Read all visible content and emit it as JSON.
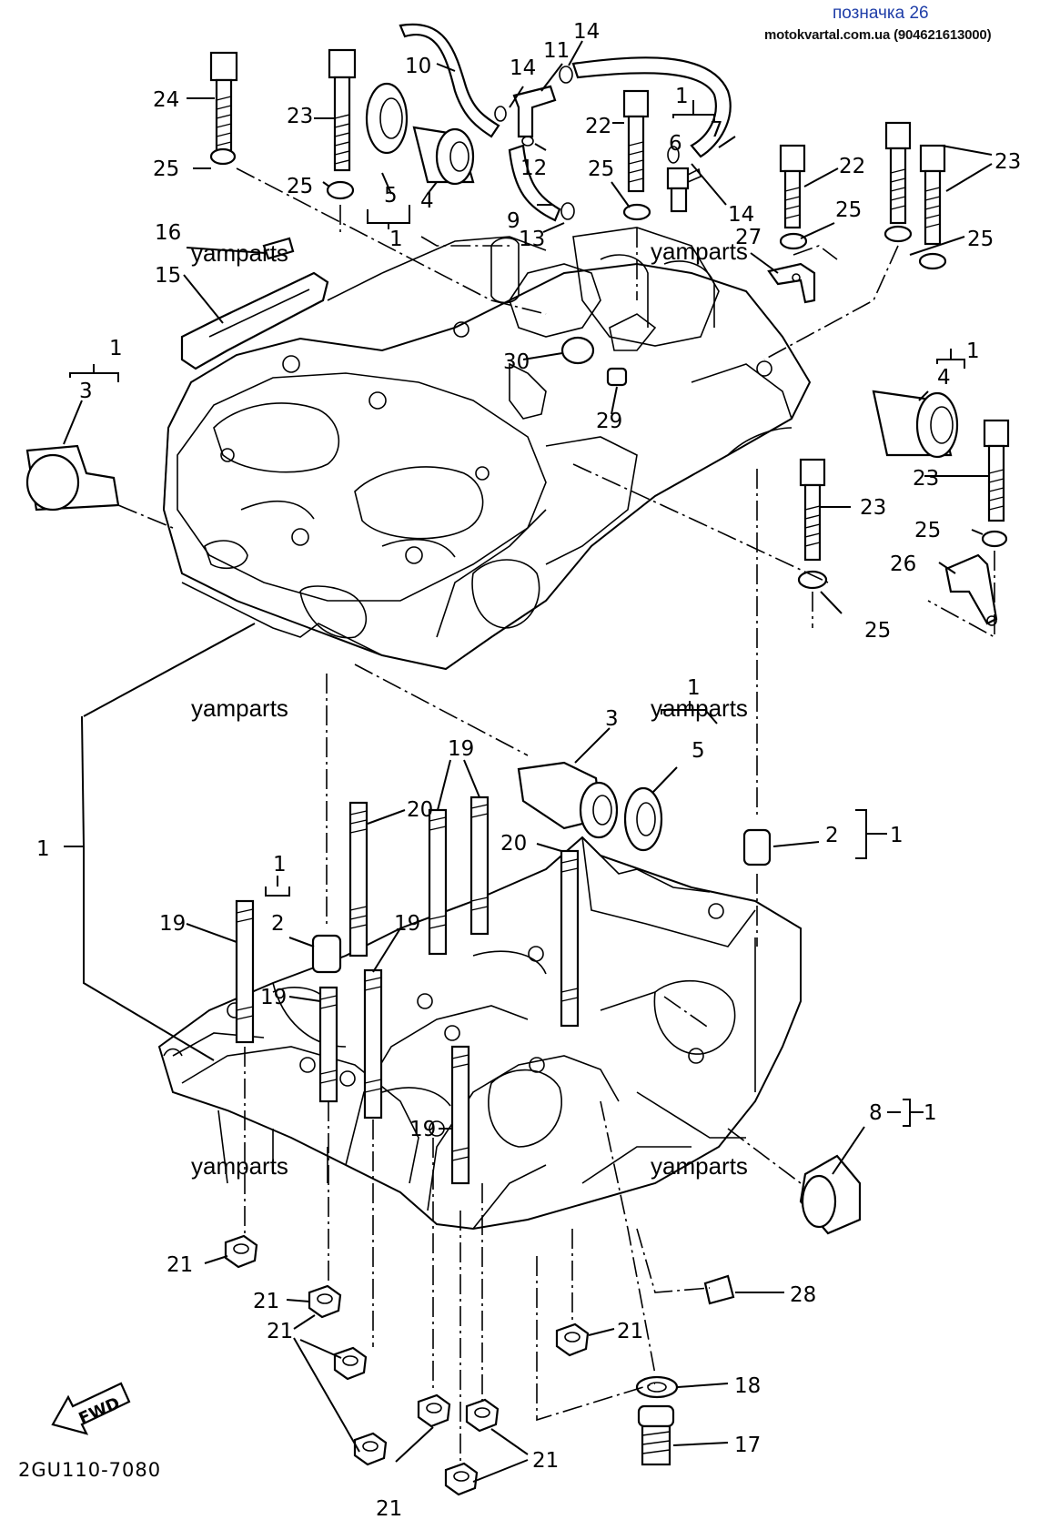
{
  "header": {
    "title": "позначка 26",
    "site": "motokvartal.com.ua (904621613000)"
  },
  "watermark": "yamparts",
  "diagram_code": "2GU110-7080",
  "fwd_label": "FWD",
  "callouts": {
    "c24": "24",
    "c25a": "25",
    "c23a": "23",
    "c25b": "25",
    "c5a": "5",
    "c4a": "4",
    "c1a": "1",
    "c10": "10",
    "c14a": "14",
    "c11": "11",
    "c14b": "14",
    "c12": "12",
    "c9": "9",
    "c13": "13",
    "c25c": "25",
    "c22a": "22",
    "c1b": "1",
    "c7": "7",
    "c6": "6",
    "c14c": "14",
    "c22b": "22",
    "c23b": "23",
    "c25d": "25",
    "c25e": "25",
    "c27": "27",
    "c16": "16",
    "c15": "15",
    "c1c": "1",
    "c3a": "3",
    "c30": "30",
    "c29": "29",
    "c1d": "1",
    "c4b": "4",
    "c23c": "23",
    "c23d": "23",
    "c25f": "25",
    "c26": "26",
    "c25g": "25",
    "c1e": "1",
    "c3b": "3",
    "c5b": "5",
    "c19a": "19",
    "c20a": "20",
    "c20b": "20",
    "c2a": "2",
    "c1f": "1",
    "c1g": "1",
    "c1h": "1",
    "c2b": "2",
    "c19b": "19",
    "c19c": "19",
    "c19d": "19",
    "c19e": "19",
    "c8": "8",
    "c1i": "1",
    "c28": "28",
    "c21a": "21",
    "c21b": "21",
    "c21c": "21",
    "c21d": "21",
    "c21e": "21",
    "c21f": "21",
    "c18": "18",
    "c17": "17"
  }
}
